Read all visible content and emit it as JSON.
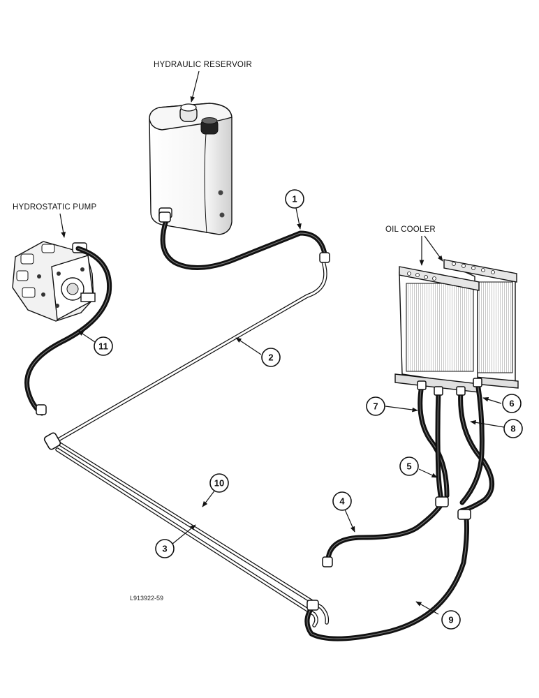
{
  "labels": {
    "reservoir": "HYDRAULIC RESERVOIR",
    "pump": "HYDROSTATIC PUMP",
    "cooler": "OIL COOLER"
  },
  "callouts": [
    "1",
    "2",
    "3",
    "4",
    "5",
    "6",
    "7",
    "8",
    "9",
    "10",
    "11"
  ],
  "figure_code": "L913922-59"
}
